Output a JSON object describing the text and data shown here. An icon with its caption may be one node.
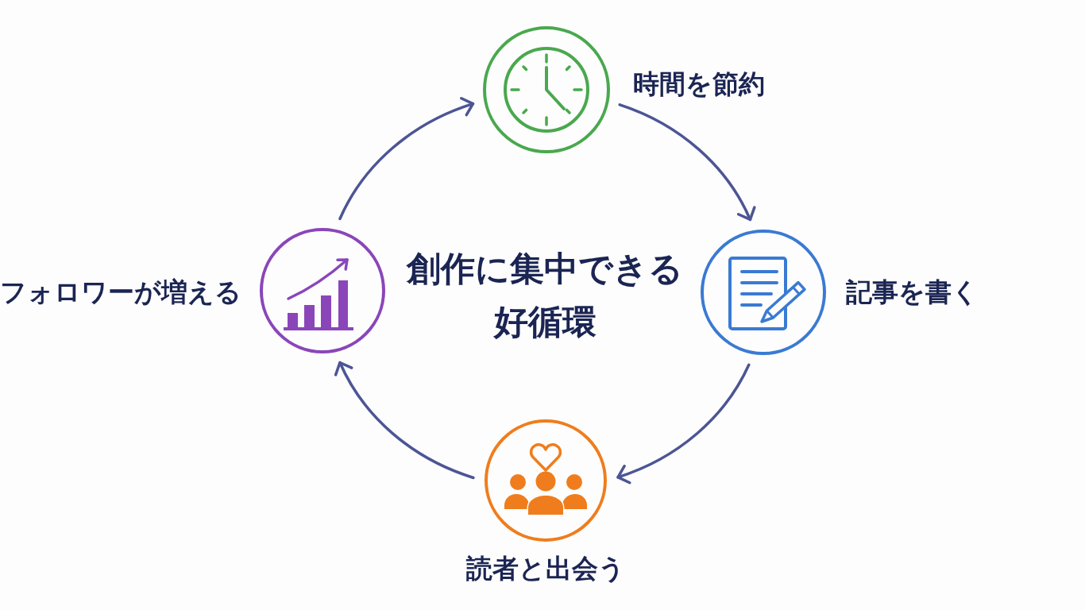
{
  "diagram": {
    "title": "創作に集中できる好循環",
    "nodes": [
      {
        "text": [
          "時間を節約"
        ]
      },
      {
        "text": [
          "フォロワーが増える"
        ]
      },
      {
        "text": [
          "記事を書く"
        ]
      },
      {
        "text": [
          "読者と出会う"
        ]
      }
    ],
    "edges": [
      {
        "from": 0,
        "to": 2,
        "arrow": "to"
      },
      {
        "from": 2,
        "to": 3,
        "arrow": "to"
      },
      {
        "from": 3,
        "to": 1,
        "arrow": "to"
      },
      {
        "from": 1,
        "to": 0,
        "arrow": "to"
      }
    ]
  }
}
